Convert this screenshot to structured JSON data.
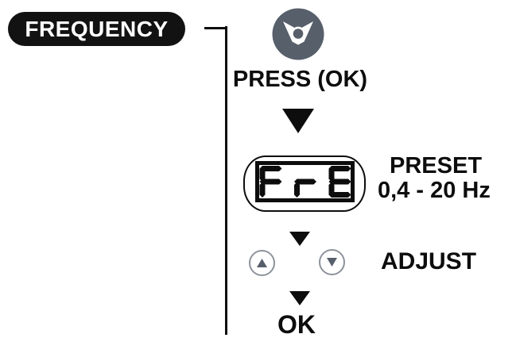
{
  "header": {
    "title": "FREQUENCY"
  },
  "flow": {
    "press_label": "PRESS (OK)",
    "display_value": "FrE",
    "preset_label": "PRESET",
    "preset_range": "0,4 - 20 Hz",
    "adjust_label": "ADJUST",
    "ok_label": "OK"
  },
  "icons": {
    "ok_button": "ok-button-icon",
    "up_button": "up-triangle-icon",
    "down_button": "down-triangle-icon",
    "flow_arrow": "down-arrow-icon"
  },
  "colors": {
    "text_black": "#0d0d0d",
    "pill_black": "#121212",
    "icon_gray": "#575f6b",
    "button_border_gray": "#8d939b",
    "white": "#ffffff"
  }
}
